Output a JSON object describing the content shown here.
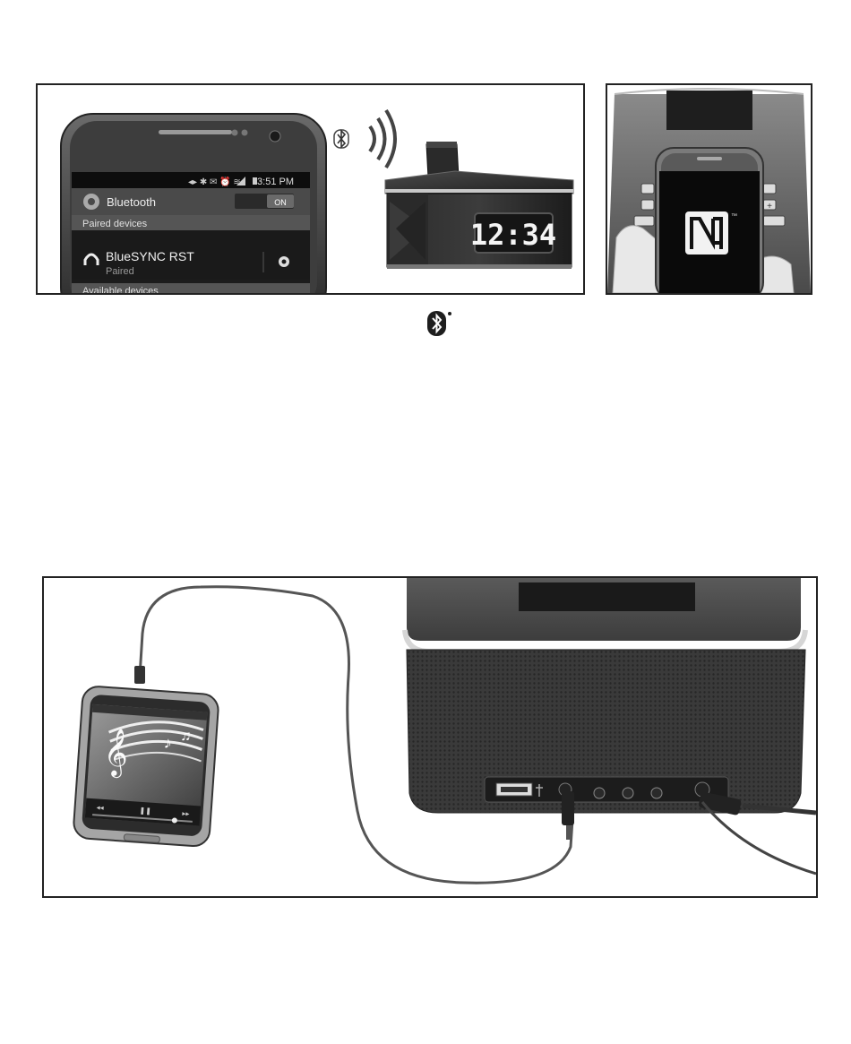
{
  "phone_screen": {
    "status_time": "3:51 PM",
    "header_title": "Bluetooth",
    "toggle_label": "ON",
    "paired_section": "Paired devices",
    "device_name": "BlueSYNC RST",
    "device_status": "Paired",
    "available_section": "Available devices"
  },
  "clock_display": "12:34",
  "nfc": {
    "mark": "N",
    "trademark": "™"
  },
  "icons": {
    "bluetooth_small": "bluetooth-icon",
    "bluetooth_standalone": "bluetooth-icon",
    "signal_waves": "wireless-waves-icon",
    "headphones": "headphones-icon",
    "settings": "gear-icon",
    "nfc_logo": "nfc-icon"
  }
}
